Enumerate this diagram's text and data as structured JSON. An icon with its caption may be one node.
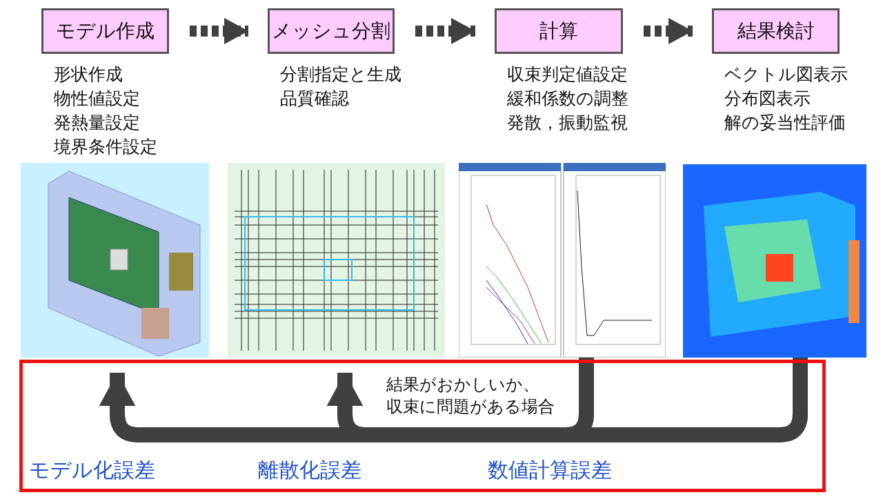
{
  "diagram": {
    "nodes": [
      {
        "text": [
          "モデル作成"
        ],
        "beside": [
          "形状作成",
          "物性値設定",
          "発熱量設定",
          "境界条件設定"
        ]
      },
      {
        "text": [
          "メッシュ分割"
        ],
        "beside": [
          "分割指定と生成",
          "品質確認"
        ]
      },
      {
        "text": [
          "計算"
        ],
        "beside": [
          "収束判定値設定",
          "緩和係数の調整",
          "発散，振動監視"
        ]
      },
      {
        "text": [
          "結果検討"
        ],
        "beside": [
          "ベクトル図表示",
          "分布図表示",
          "解の妥当性評価"
        ]
      },
      {
        "text": [],
        "shape": "picture"
      },
      {
        "text": [],
        "shape": "picture"
      },
      {
        "text": [],
        "shape": "picture"
      },
      {
        "text": [],
        "shape": "picture"
      }
    ],
    "edges": [
      {
        "from": 0,
        "to": 1,
        "arrow": "to",
        "style": "dashed"
      },
      {
        "from": 1,
        "to": 2,
        "arrow": "to",
        "style": "dashed"
      },
      {
        "from": 2,
        "to": 3,
        "arrow": "to",
        "style": "dashed"
      },
      {
        "from": 7,
        "to": 4,
        "arrow": "to"
      },
      {
        "from": 7,
        "to": 5,
        "arrow": "to"
      },
      {
        "from": 6,
        "to": 4,
        "arrow": "to"
      },
      {
        "from": 6,
        "to": 5,
        "arrow": "to"
      }
    ],
    "labels": [
      "結果がおかしいか、収束に問題がある場合",
      "モデル化誤差",
      "離散化誤差",
      "数値計算誤差"
    ]
  }
}
